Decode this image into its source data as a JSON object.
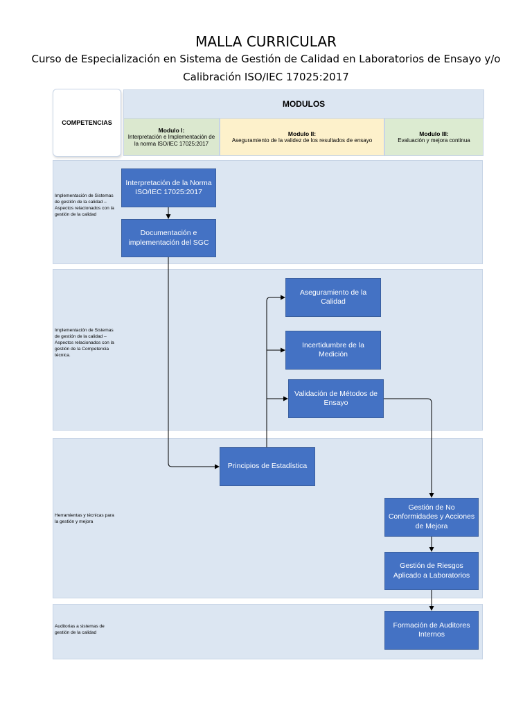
{
  "header": {
    "title": "MALLA CURRICULAR",
    "subtitle_line1": "Curso de Especialización en Sistema de Gestión de Calidad en Laboratorios de Ensayo y/o",
    "subtitle_line2": "Calibración ISO/IEC 17025:2017"
  },
  "table": {
    "competencias_label": "COMPETENCIAS",
    "modulos_label": "MODULOS",
    "modules": [
      {
        "title": "Modulo I:",
        "desc": "Interpretación e Implementación de la norma ISO/IEC 17025:2017"
      },
      {
        "title": "Modulo II:",
        "desc": "Aseguramiento de la validez de los resultados de ensayo"
      },
      {
        "title": "Modulo III:",
        "desc": "Evaluación y mejora continua"
      }
    ]
  },
  "lanes": [
    {
      "label": "Implementación de Sistemas de gestión de la calidad – Aspectos relacionados con la gestión de la calidad"
    },
    {
      "label": "Implementación de Sistemas de gestión de la calidad – Aspectos relacionados con la gestión de la Competencia técnica."
    },
    {
      "label": "Herramientas y técnicas para la gestión y mejora"
    },
    {
      "label": "Auditorias a sistemas de gestión de la calidad"
    }
  ],
  "nodes": {
    "interpretacion": "Interpretación de la Norma ISO/IEC 17025:2017",
    "documentacion": "Documentación e implementación del SGC",
    "aseguramiento": "Aseguramiento de la Calidad",
    "incertidumbre": "Incertidumbre de la Medición",
    "validacion": "Validación de Métodos de Ensayo",
    "estadistica": "Principios de Estadística",
    "no_conformidades": "Gestión de No Conformidades y Acciones de Mejora",
    "riesgos": "Gestión de Riesgos Aplicado a Laboratorios",
    "auditores": "Formación de Auditores Internos"
  },
  "colors": {
    "node_fill": "#4472c4",
    "lane_fill": "#dce6f2",
    "module_1": "#dbe8cf",
    "module_2": "#fdf1cb",
    "module_3": "#dcebd1"
  }
}
